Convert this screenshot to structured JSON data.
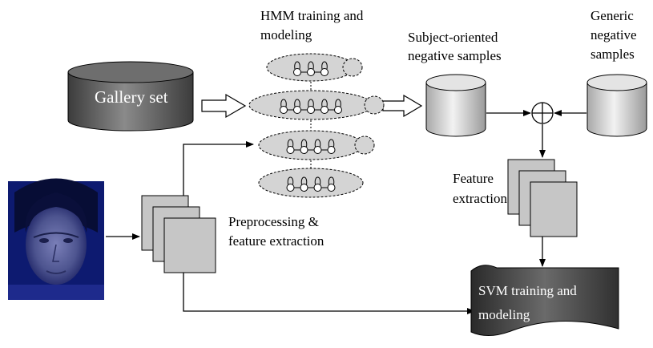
{
  "labels": {
    "hmm_line1": "HMM training and",
    "hmm_line2": "modeling",
    "subject_line1": "Subject-oriented",
    "subject_line2": "negative samples",
    "generic_line1": "Generic",
    "generic_line2": "negative",
    "generic_line3": "samples",
    "gallery": "Gallery set",
    "feature_line1": "Feature",
    "feature_line2": "extraction",
    "pre_line1": "Preprocessing &",
    "pre_line2": "feature extraction",
    "svm_line1": "SVM training and",
    "svm_line2": "modeling"
  },
  "hmm_models": [
    {
      "states": 3
    },
    {
      "states": 5
    },
    {
      "states": 4
    },
    {
      "states": 4
    }
  ],
  "colors": {
    "gallery_cylinder": "#5a5a5a",
    "sample_cylinder": "#d0d0d0",
    "feature_sheet": "#c0c0c0",
    "hmm_ellipse": "#d4d4d4",
    "svm_banner": "#505050",
    "face_background": "#0d1a70"
  },
  "icons": {
    "face": "face-photo",
    "combine": "circle-plus-icon"
  }
}
